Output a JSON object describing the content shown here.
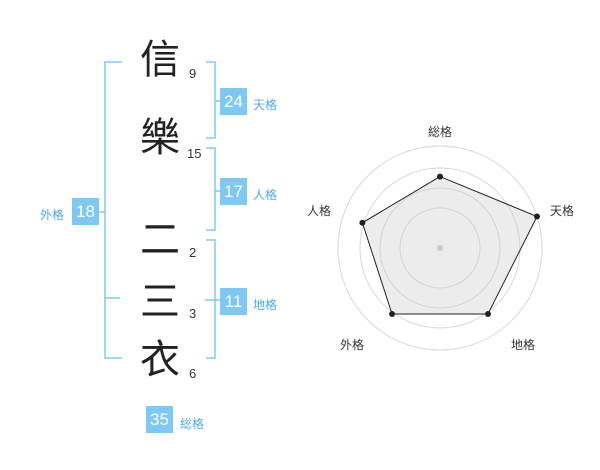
{
  "name_chars": [
    {
      "char": "信",
      "strokes": "9"
    },
    {
      "char": "樂",
      "strokes": "15"
    },
    {
      "char": "二",
      "strokes": "2"
    },
    {
      "char": "三",
      "strokes": "3"
    },
    {
      "char": "衣",
      "strokes": "6"
    }
  ],
  "kaku": {
    "tenkaku": {
      "value": "24",
      "label": "天格"
    },
    "jinkaku": {
      "value": "17",
      "label": "人格"
    },
    "chikaku": {
      "value": "11",
      "label": "地格"
    },
    "gaikaku": {
      "value": "18",
      "label": "外格"
    },
    "soukaku": {
      "value": "35",
      "label": "総格"
    }
  },
  "colors": {
    "accent": "#7ec8f5",
    "accent_text": "#4eaaf0",
    "radar_fill": "#eeeeee"
  },
  "chart_data": {
    "type": "radar",
    "axes": [
      "総格",
      "天格",
      "地格",
      "外格",
      "人格"
    ],
    "values": [
      0.7,
      1.0,
      0.8,
      0.8,
      0.8
    ],
    "range": [
      0,
      1
    ],
    "rings": 4
  }
}
